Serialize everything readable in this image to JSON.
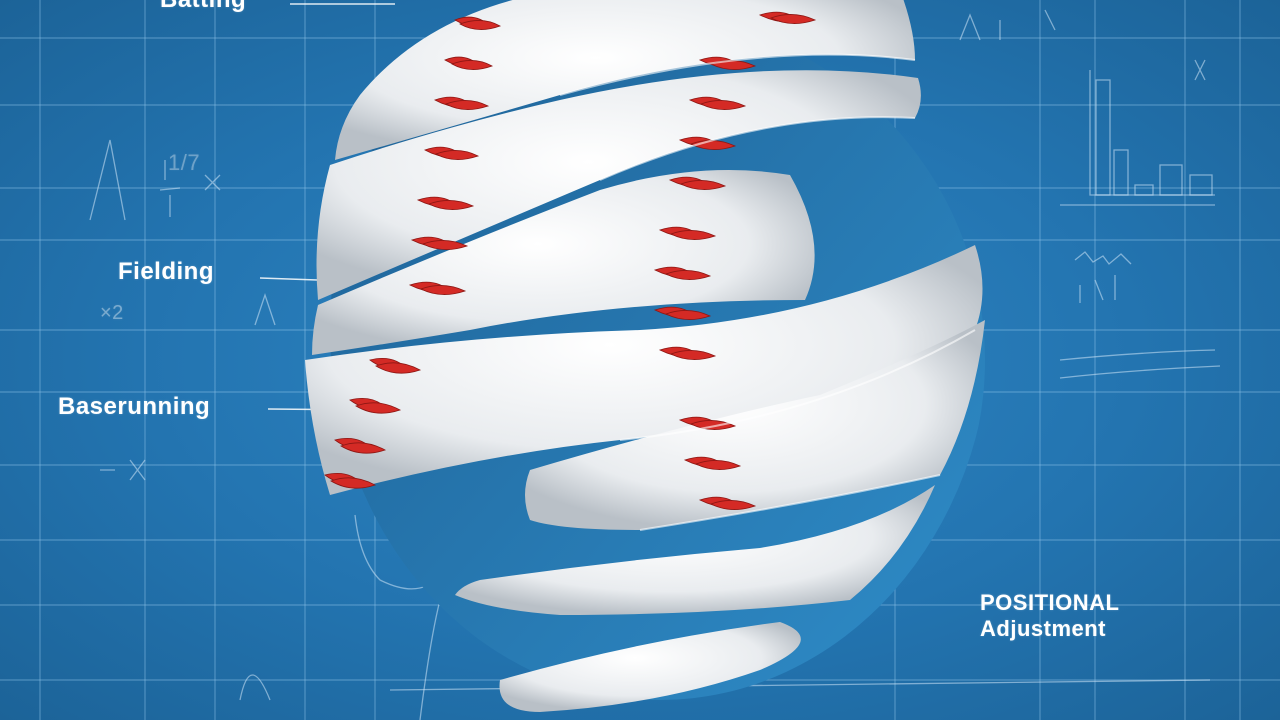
{
  "labels": {
    "batting": "Batting",
    "fielding": "Fielding",
    "baserunning": "Baserunning",
    "positional_line1": "POSITIONAL",
    "positional_line2": "Adjustment"
  },
  "annotations": {
    "fraction": "1/7",
    "left_mark": "×2"
  },
  "colors": {
    "background": "#2374b0",
    "grid_line": "#8fc3e8",
    "ball_white": "#f2f4f6",
    "stitch_red": "#d42a25",
    "label_text": "#ffffff"
  }
}
